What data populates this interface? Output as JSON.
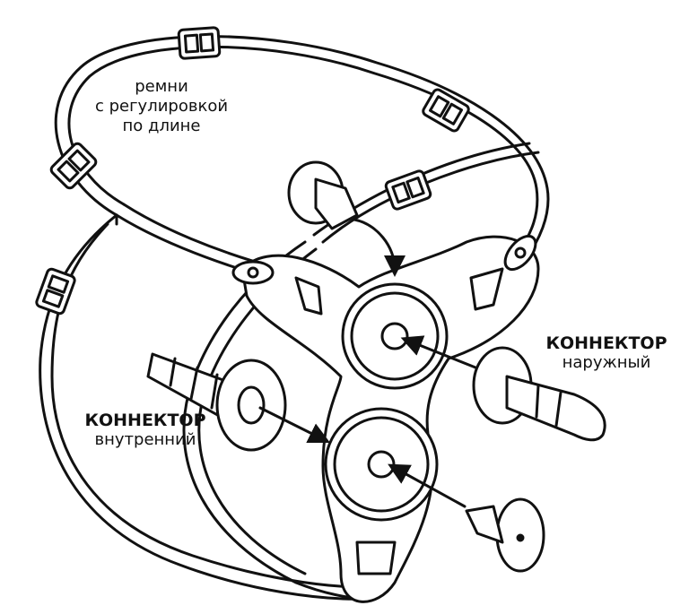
{
  "labels": {
    "straps": [
      "ремни",
      "с регулировкой",
      "по длине"
    ],
    "outer_connector": {
      "title": "КОННЕКТОР",
      "subtitle": "наружный"
    },
    "inner_connector": {
      "title": "КОННЕКТОР",
      "subtitle": "внутренний"
    }
  },
  "colors": {
    "line": "#111111",
    "background": "#ffffff",
    "fill": "#ffffff"
  }
}
